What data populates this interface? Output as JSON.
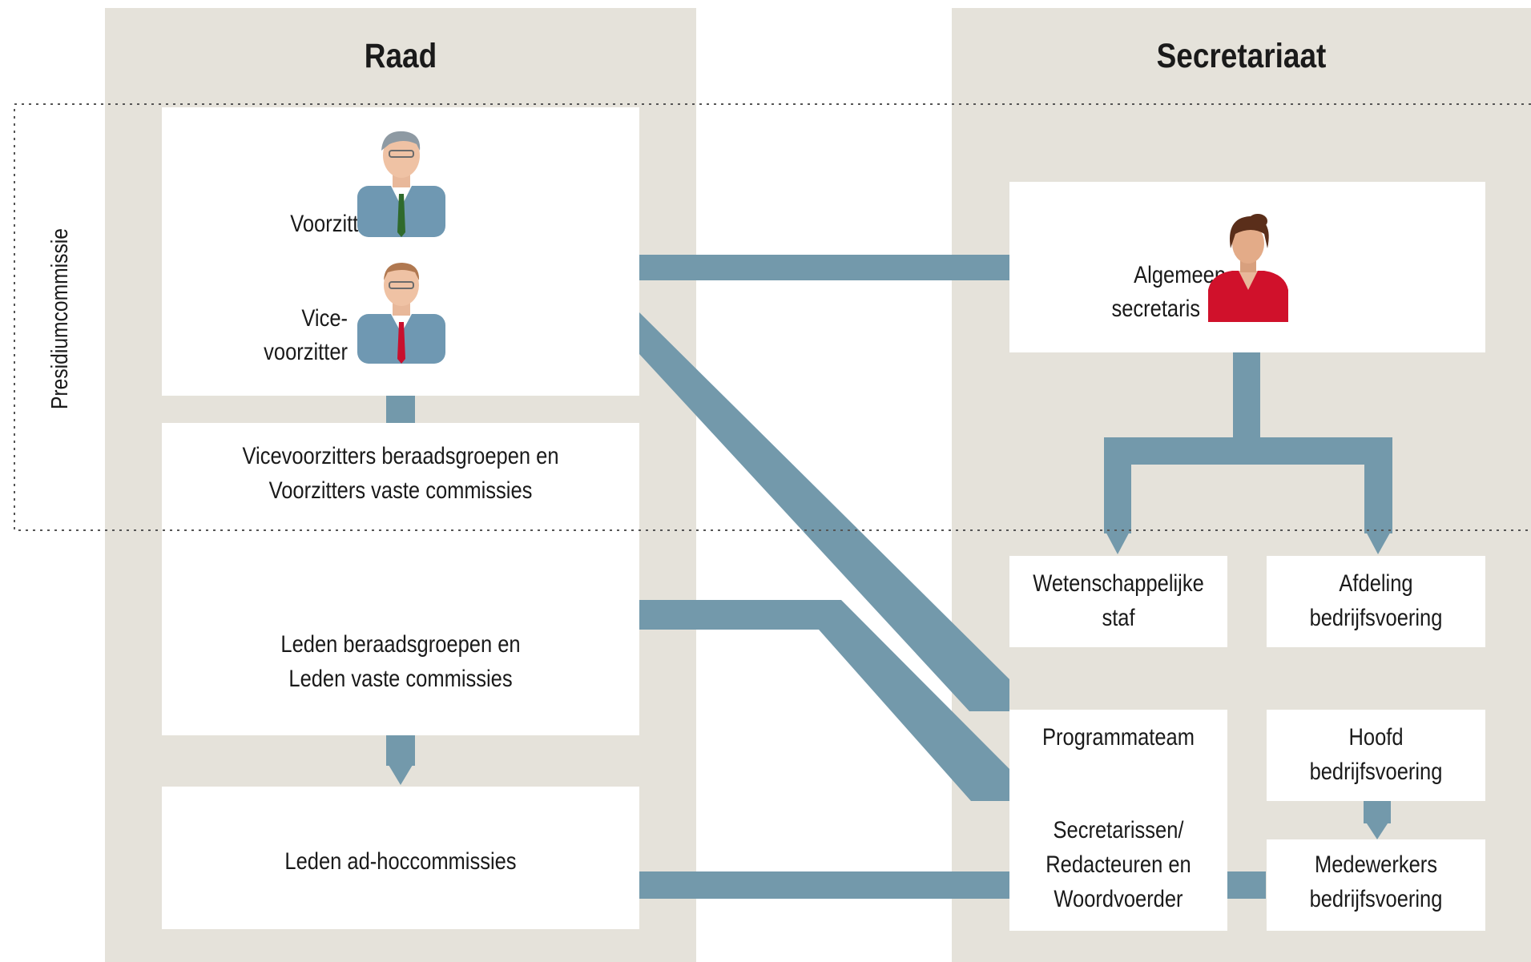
{
  "columns": {
    "raad": "Raad",
    "secretariaat": "Secretariaat"
  },
  "presidium_label": "Presidiumcommissie",
  "raad": {
    "voorzitter": "Voorzitter",
    "vice_line1": "Vice-",
    "vice_line2": "voorzitter",
    "vicevoorzitters_line1": "Vicevoorzitters beraadsgroepen en",
    "vicevoorzitters_line2": "Voorzitters vaste commissies",
    "leden_line1": "Leden beraadsgroepen en",
    "leden_line2": "Leden vaste commissies",
    "adhoc": "Leden ad-hoccommissies"
  },
  "secretariaat": {
    "algemeen_line1": "Algemeen",
    "algemeen_line2": "secretaris",
    "wetenschappelijke_line1": "Wetenschappelijke",
    "wetenschappelijke_line2": "staf",
    "afdeling_line1": "Afdeling",
    "afdeling_line2": "bedrijfsvoering",
    "programmateam": "Programmateam",
    "secretarissen_line1": "Secretarissen/",
    "secretarissen_line2": "Redacteuren en",
    "secretarissen_line3": "Woordvoerder",
    "hoofd_line1": "Hoofd",
    "hoofd_line2": "bedrijfsvoering",
    "medewerkers_line1": "Medewerkers",
    "medewerkers_line2": "bedrijfsvoering"
  },
  "colors": {
    "panel": "#e5e2da",
    "connector": "#7399ab",
    "suit": "#6f98b2",
    "tie_green": "#2f6a2c",
    "tie_red": "#c8102e",
    "jacket_red": "#d0112b"
  },
  "icons": [
    "voorzitter-person-icon",
    "vicevoorzitter-person-icon",
    "algemeen-secretaris-person-icon"
  ]
}
